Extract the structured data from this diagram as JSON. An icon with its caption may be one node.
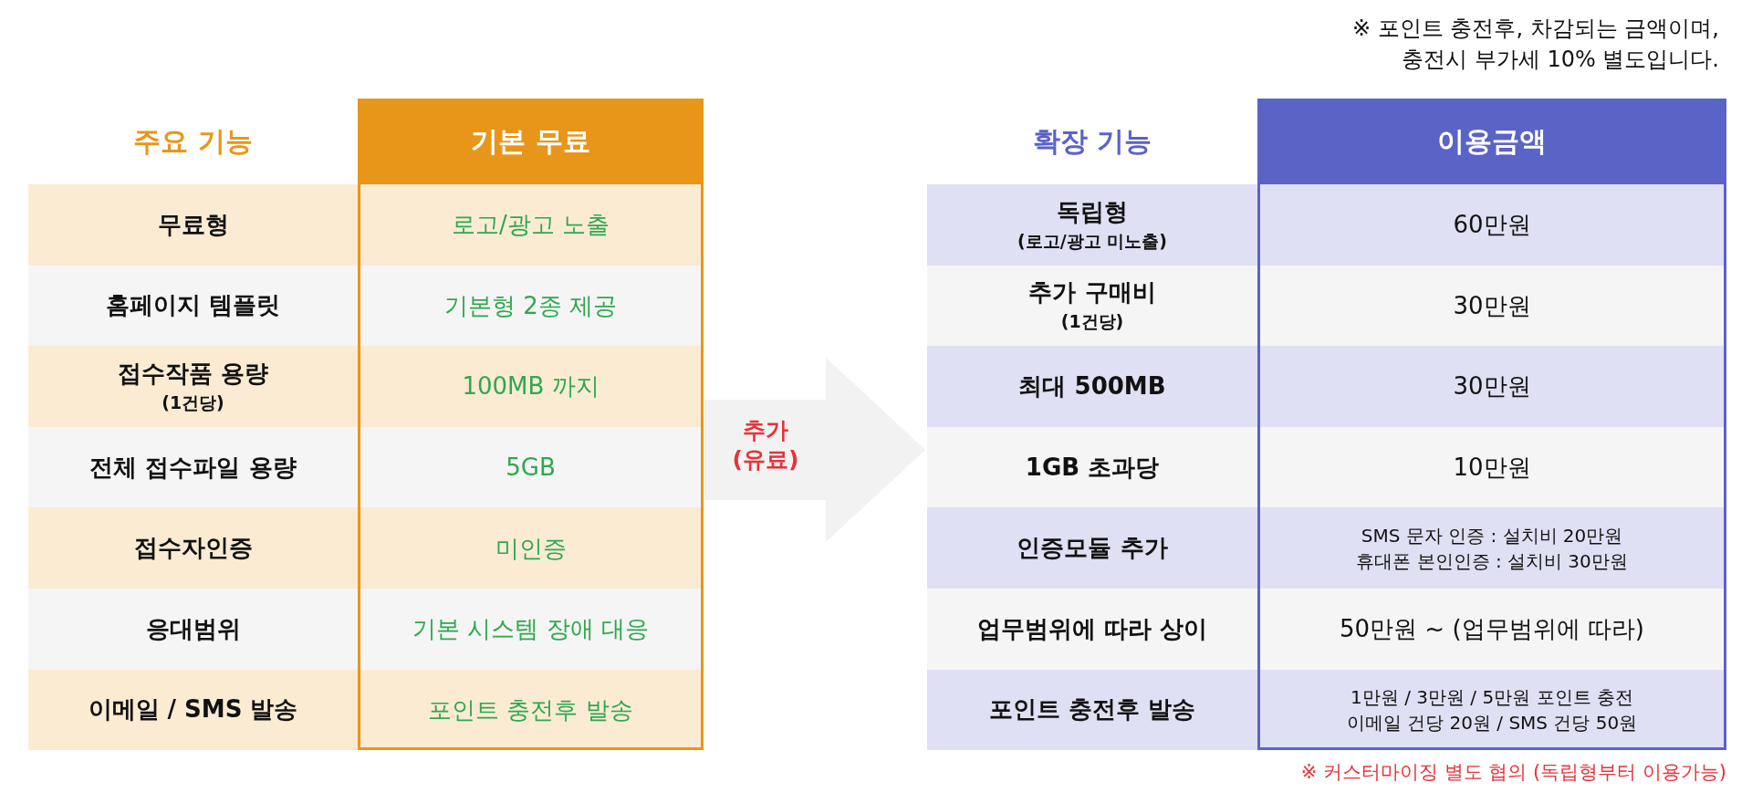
{
  "diagram": {
    "nodes": [
      {
        "text": [],
        "shape": "box"
      },
      {
        "text": [],
        "shape": "box"
      }
    ],
    "edges": [
      {
        "from": 0,
        "to": 1,
        "arrow": "to",
        "label": "추가 (유료)"
      }
    ],
    "labels": [
      "※ 포인트 충전후, 차감되는 금액이며, 충전시 부가세 10% 별도입니다.",
      "주요 기능",
      "기본 무료",
      "무료형",
      "로고/광고 노출",
      "홈페이지 템플릿",
      "기본형 2종 제공",
      "접수작품 용량",
      "(1건당)",
      "100MB 까지",
      "전체 접수파일 용량",
      "5GB",
      "접수자인증",
      "미인증",
      "응대범위",
      "기본 시스템 장애 대응",
      "이메일 / SMS 발송",
      "포인트 충전후 발송",
      "확장 기능",
      "이용금액",
      "독립형",
      "(로고/광고 미노출)",
      "60만원",
      "추가 구매비",
      "(1건당)",
      "30만원",
      "최대 500MB",
      "30만원",
      "1GB 초과당",
      "10만원",
      "인증모듈 추가",
      "SMS  문자 인증 : 설치비 20만원",
      "휴대폰 본인인증 : 설치비 30만원",
      "업무범위에 따라 상이",
      "50만원 ~ (업무범위에 따라)",
      "포인트 충전후 발송",
      "1만원 / 3만원 / 5만원 포인트 충전",
      "이메일 건당 20원 / SMS 건당 50원",
      "※ 커스터마이징 별도 협의 (독립형부터 이용가능)"
    ]
  }
}
